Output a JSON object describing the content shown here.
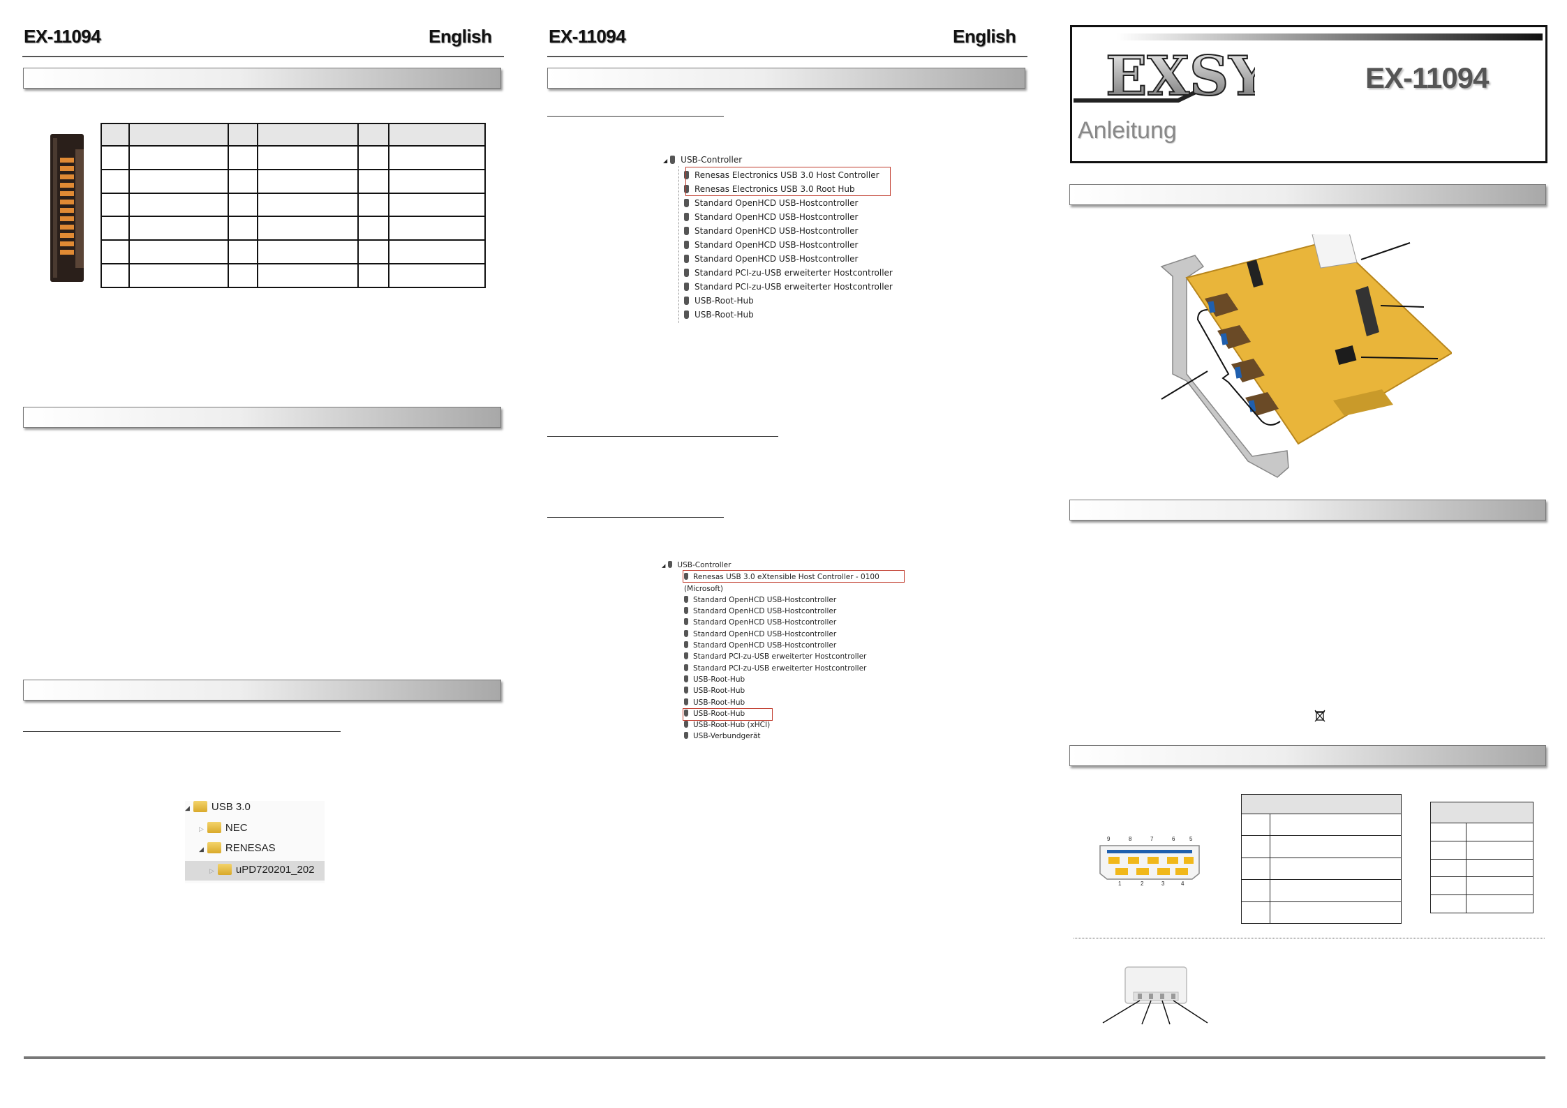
{
  "page_left": {
    "model": "EX-11094",
    "language": "English",
    "table_rows": 7,
    "table_cols": 6
  },
  "page_middle": {
    "model": "EX-11094",
    "language": "English",
    "tree1": {
      "root": "USB-Controller",
      "items": [
        "Renesas Electronics USB 3.0 Host Controller",
        "Renesas Electronics USB 3.0 Root Hub",
        "Standard OpenHCD USB-Hostcontroller",
        "Standard OpenHCD USB-Hostcontroller",
        "Standard OpenHCD USB-Hostcontroller",
        "Standard OpenHCD USB-Hostcontroller",
        "Standard OpenHCD USB-Hostcontroller",
        "Standard PCI-zu-USB erweiterter Hostcontroller",
        "Standard PCI-zu-USB erweiterter Hostcontroller",
        "USB-Root-Hub",
        "USB-Root-Hub"
      ]
    },
    "tree2": {
      "root": "USB-Controller",
      "items": [
        "Renesas USB 3.0 eXtensible Host Controller - 0100 (Microsoft)",
        "Standard OpenHCD USB-Hostcontroller",
        "Standard OpenHCD USB-Hostcontroller",
        "Standard OpenHCD USB-Hostcontroller",
        "Standard OpenHCD USB-Hostcontroller",
        "Standard OpenHCD USB-Hostcontroller",
        "Standard PCI-zu-USB erweiterter Hostcontroller",
        "Standard PCI-zu-USB erweiterter Hostcontroller",
        "USB-Root-Hub",
        "USB-Root-Hub",
        "USB-Root-Hub",
        "USB-Root-Hub",
        "USB-Root-Hub (xHCI)",
        "USB-Verbundgerät"
      ]
    }
  },
  "page_right": {
    "logo": "EXSYS",
    "model": "EX-11094",
    "subtitle": "Anleitung",
    "usb_pins_top": [
      "9",
      "8",
      "7",
      "6",
      "5"
    ],
    "usb_pins_bottom": [
      "1",
      "2",
      "3",
      "4"
    ]
  },
  "folder_tree": {
    "items": [
      "USB 3.0",
      "NEC",
      "RENESAS",
      "uPD720201_202"
    ]
  },
  "colors": {
    "highlight_red": "#c0392b",
    "card_pcb": "#e9b53a",
    "usb_blue": "#1f5fae",
    "usb_pin": "#f1b81a"
  }
}
